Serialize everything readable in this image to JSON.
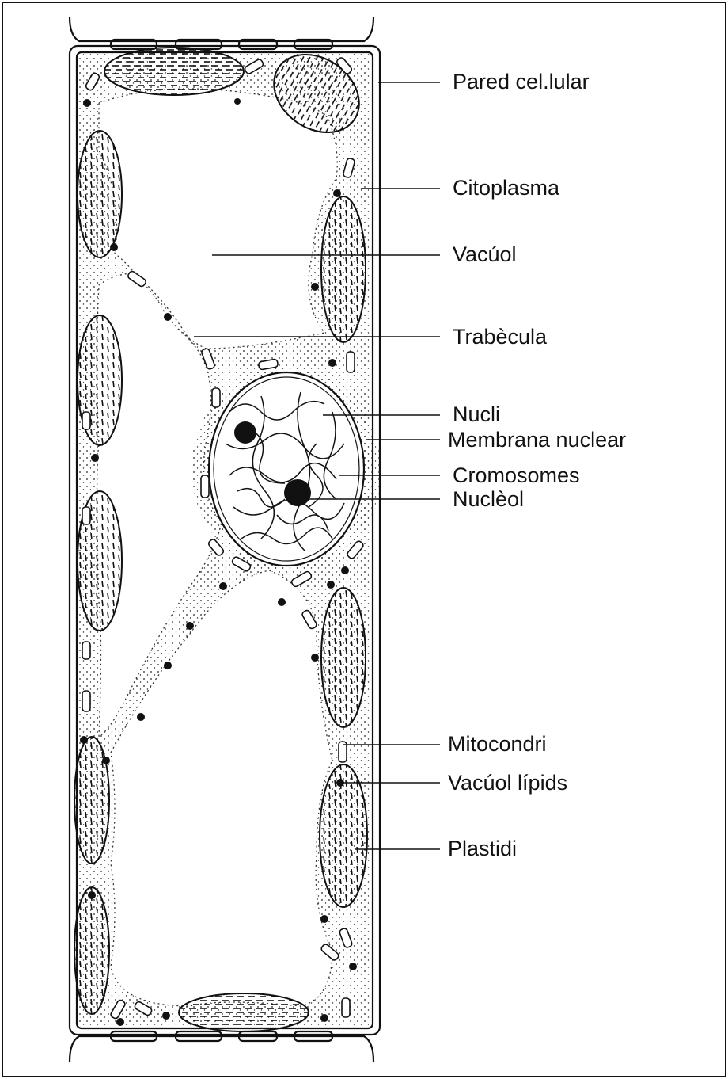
{
  "diagram": {
    "labels": {
      "pared": "Pared cel.lular",
      "citoplasma": "Citoplasma",
      "vacuol": "Vacúol",
      "trabecula": "Trabècula",
      "nucli": "Nucli",
      "membrana": "Membrana nuclear",
      "cromosomes": "Cromosomes",
      "nucleol": "Nuclèol",
      "mitocondri": "Mitocondri",
      "vacuol_lipids": "Vacúol lípids",
      "plastidi": "Plastidi"
    }
  },
  "colors": {
    "ink": "#111111",
    "background": "#ffffff"
  }
}
